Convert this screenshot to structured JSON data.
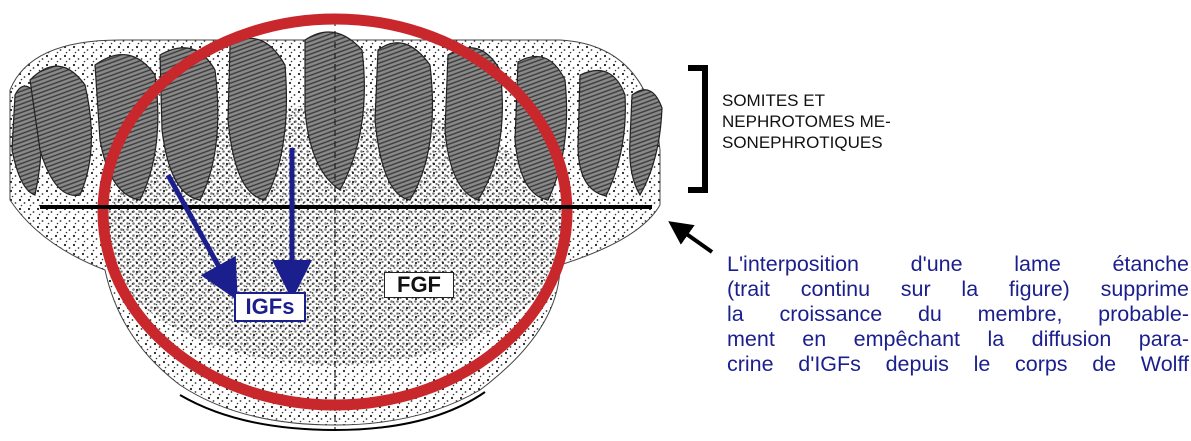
{
  "labels": {
    "igfs": "IGFs",
    "fgf": "FGF"
  },
  "somites_label": {
    "lines": [
      "SOMITES ET",
      "NEPHROTOMES ME-",
      "SONEPHROTIQUES"
    ]
  },
  "caption": {
    "lines": [
      "L'interposition  d'une  lame  étanche",
      "(trait continu sur la figure) supprime",
      "la croissance du membre, probable-",
      "ment en empêchant la diffusion para-",
      "crine d'IGFs depuis le corps de Wolff"
    ]
  },
  "colors": {
    "circle": "#c8282c",
    "arrows": "#1b1f8e",
    "caption_text": "#1b1f8e",
    "barrier_line": "#000000"
  }
}
